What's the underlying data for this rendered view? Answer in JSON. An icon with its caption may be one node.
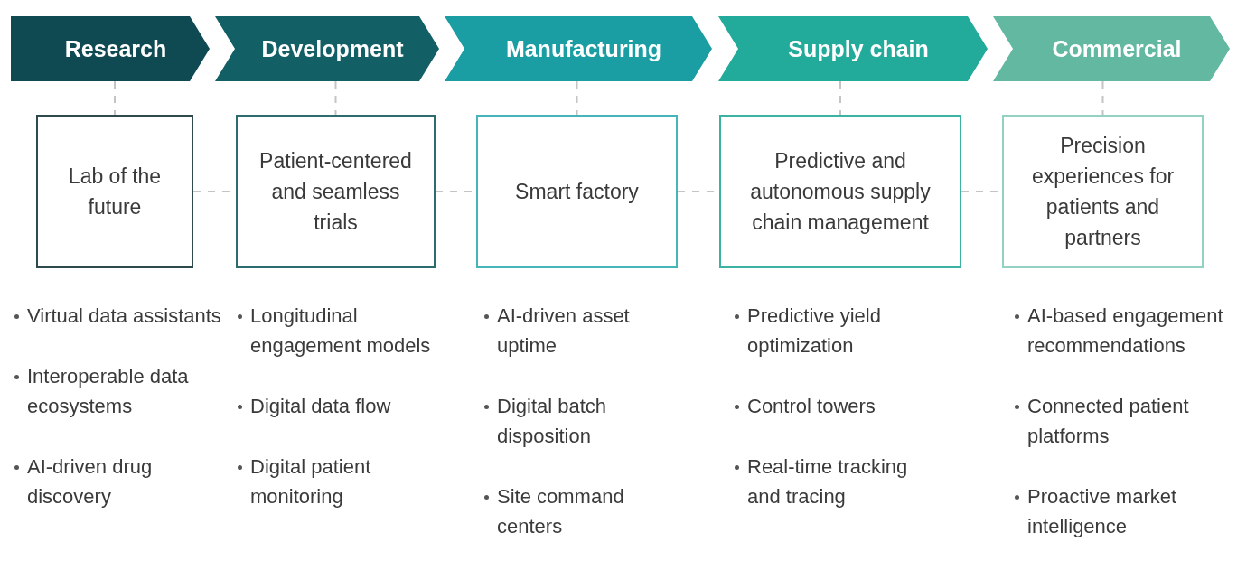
{
  "diagram": {
    "nodes": [
      {
        "text": [
          "Research"
        ]
      },
      {
        "text": [
          "Development"
        ]
      },
      {
        "text": [
          "Manufacturing"
        ]
      },
      {
        "text": [
          "Supply chain"
        ]
      },
      {
        "text": [
          "Commercial"
        ]
      },
      {
        "text": [
          "Lab of the future"
        ]
      },
      {
        "text": [
          "Patient-centered and seamless trials"
        ]
      },
      {
        "text": [
          "Smart factory"
        ]
      },
      {
        "text": [
          "Predictive and autonomous supply chain management"
        ]
      },
      {
        "text": [
          "Precision experiences for patients and partners"
        ]
      }
    ],
    "edges": [
      {
        "from": 0,
        "to": 5,
        "arrow": "none",
        "style": "dashed"
      },
      {
        "from": 1,
        "to": 6,
        "arrow": "none",
        "style": "dashed"
      },
      {
        "from": 2,
        "to": 7,
        "arrow": "none",
        "style": "dashed"
      },
      {
        "from": 3,
        "to": 8,
        "arrow": "none",
        "style": "dashed"
      },
      {
        "from": 4,
        "to": 9,
        "arrow": "none",
        "style": "dashed"
      },
      {
        "from": 5,
        "to": 6,
        "arrow": "none",
        "style": "dashed"
      },
      {
        "from": 6,
        "to": 7,
        "arrow": "none",
        "style": "dashed"
      },
      {
        "from": 7,
        "to": 8,
        "arrow": "none",
        "style": "dashed"
      },
      {
        "from": 8,
        "to": 9,
        "arrow": "none",
        "style": "dashed"
      }
    ],
    "labels": [
      "Virtual data assistants",
      "Interoperable data ecosystems",
      "AI-driven drug discovery",
      "Longitudinal engagement models",
      "Digital data flow",
      "Digital patient monitoring",
      "AI-driven asset uptime",
      "Digital batch disposition",
      "Site command centers",
      "Predictive yield optimization",
      "Control towers",
      "Real-time tracking and tracing",
      "AI-based engagement recommendations",
      "Connected patient platforms",
      "Proactive market intelligence"
    ]
  }
}
